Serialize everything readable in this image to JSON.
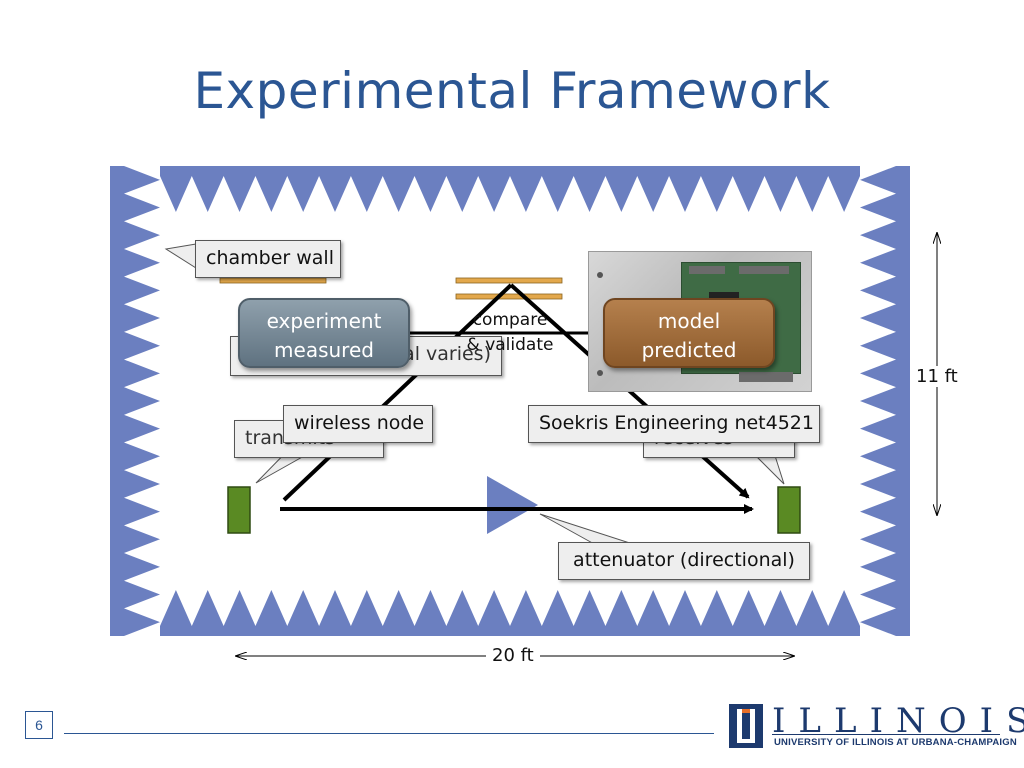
{
  "slide": {
    "title": "Experimental Framework",
    "page_number": "6"
  },
  "colors": {
    "title": "#2b5693",
    "absorber": "#6b7fc0",
    "node": "#5a8a23",
    "bar": "#e3a84c",
    "experiment_box": "#6f818e",
    "model_box": "#9d6a38"
  },
  "diagram": {
    "callouts": {
      "chamber_wall": "chamber wall",
      "wireless_node": "wireless node",
      "soekris": "Soekris Engineering net4521",
      "attenuator": "attenuator (directional)",
      "hidden_signal": "(signal varies)",
      "hidden_transmit": "transmits",
      "hidden_receive": "receives"
    },
    "boxes": {
      "experiment": [
        "experiment",
        "measured"
      ],
      "model": [
        "model",
        "predicted"
      ]
    },
    "compare_label": [
      "compare",
      "& validate"
    ],
    "dimensions": {
      "height": "11 ft",
      "width": "20 ft"
    }
  },
  "footer": {
    "logo_word": "ILLINOIS",
    "logo_subtitle": "UNIVERSITY OF ILLINOIS AT URBANA-CHAMPAIGN"
  }
}
